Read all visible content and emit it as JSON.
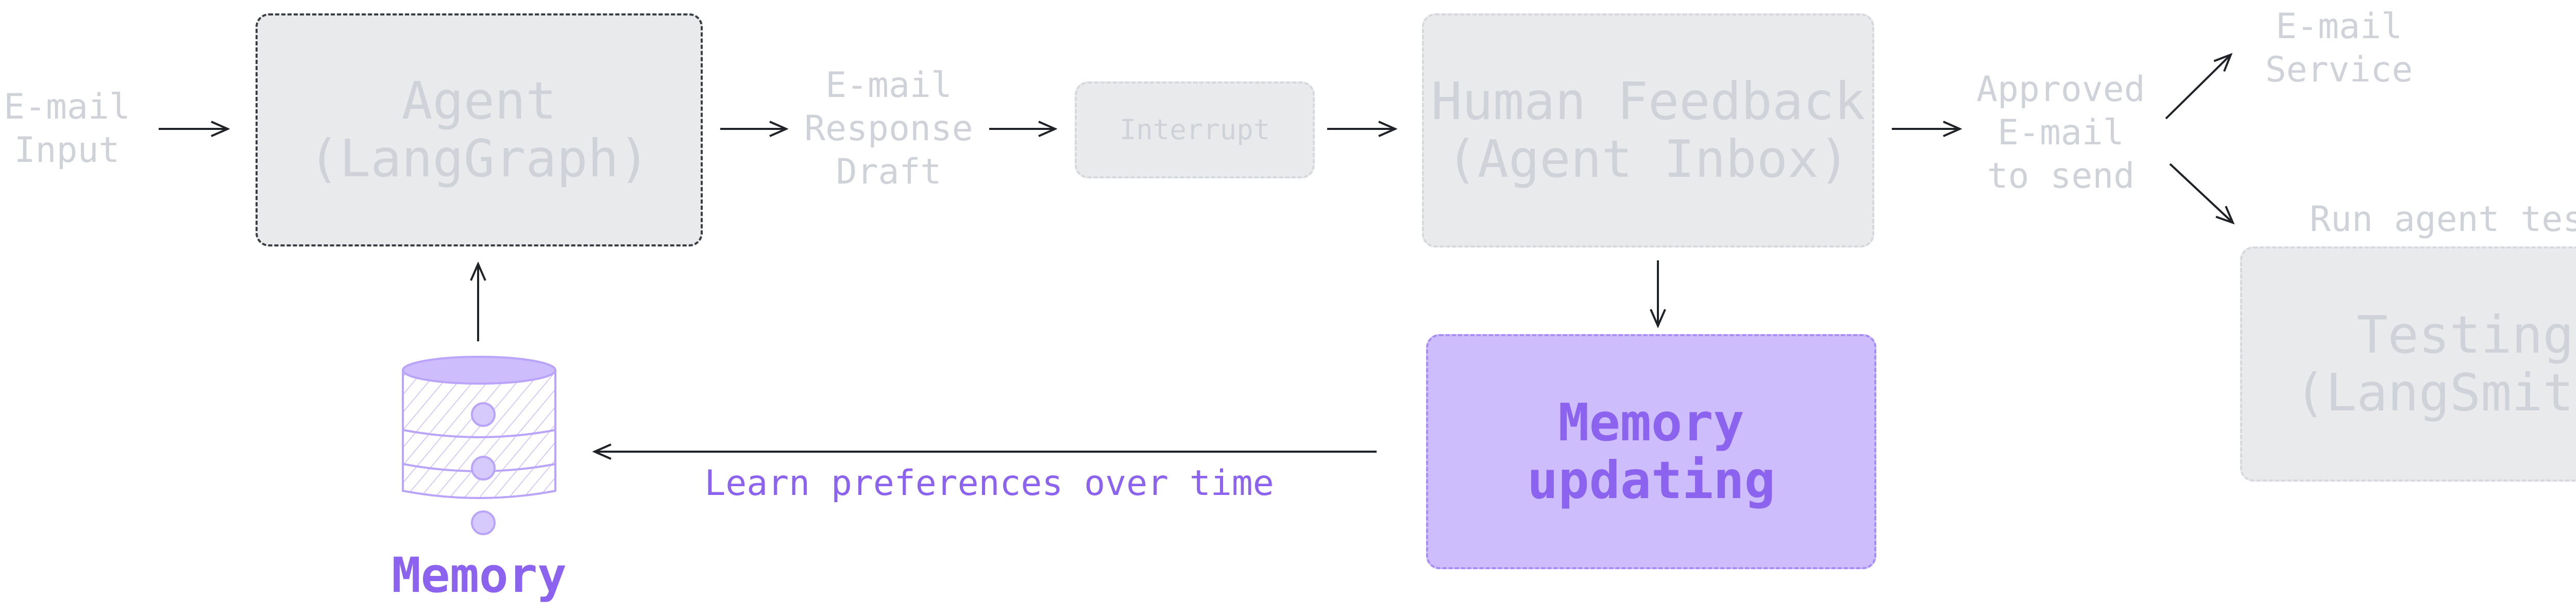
{
  "labels": {
    "email_input": "E-mail\nInput",
    "email_response_draft": "E-mail\nResponse\nDraft",
    "approved_email": "Approved\nE-mail\nto send",
    "email_service": "E-mail\nService",
    "run_agent_tests": "Run agent tests",
    "learn_preferences": "Learn preferences over time",
    "memory": "Memory"
  },
  "boxes": {
    "agent": "Agent\n(LangGraph)",
    "interrupt": "Interrupt",
    "human_feedback": "Human Feedback\n(Agent Inbox)",
    "memory_updating": "Memory\nupdating",
    "testing": "Testing\n(LangSmith)"
  },
  "colors": {
    "faded_text": "#cfd3d9",
    "faded_fill": "#e8eaec",
    "memory_fill": "#cdbdfc",
    "accent_purple": "#8b63ee",
    "arrow": "#1f2226"
  },
  "icons": {
    "memory": "database-icon"
  }
}
